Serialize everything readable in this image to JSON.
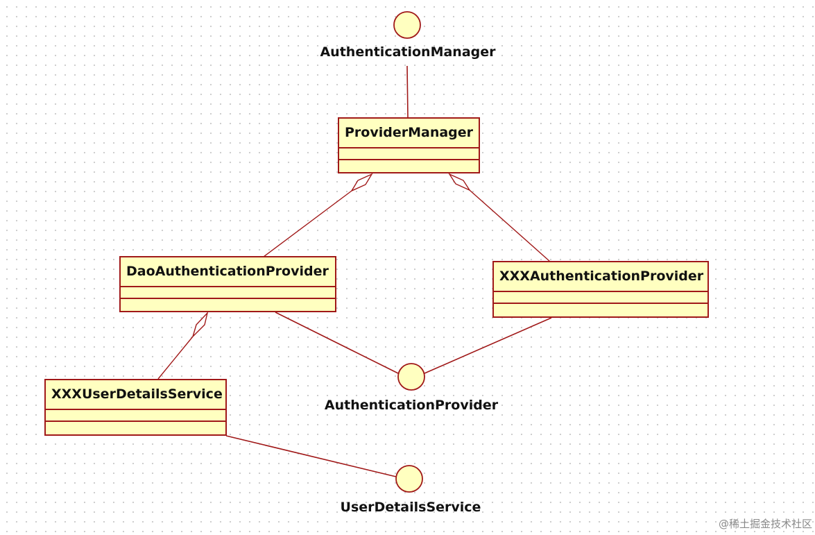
{
  "interfaces": {
    "authentication_manager": "AuthenticationManager",
    "authentication_provider": "AuthenticationProvider",
    "user_details_service": "UserDetailsService"
  },
  "classes": {
    "provider_manager": "ProviderManager",
    "dao_authentication_provider": "DaoAuthenticationProvider",
    "xxx_authentication_provider": "XXXAuthenticationProvider",
    "xxx_user_details_service": "XXXUserDetailsService"
  },
  "watermark": "@稀土掘金技术社区",
  "colors": {
    "box_fill": "#ffffc0",
    "box_border": "#a01818",
    "line": "#a01818",
    "text": "#111111",
    "grid_dot": "#c8c8c8"
  }
}
